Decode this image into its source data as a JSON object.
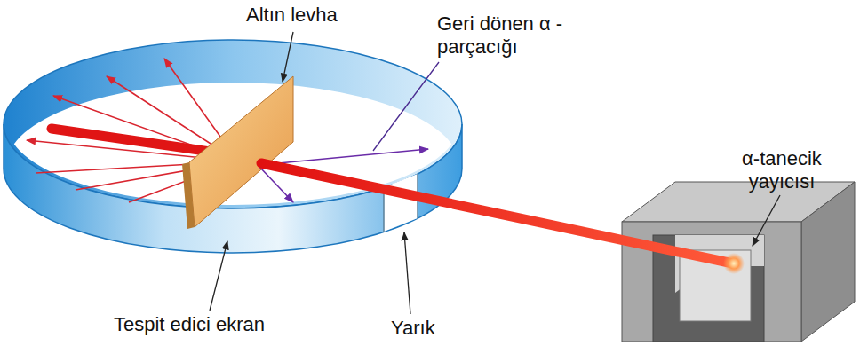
{
  "diagram": {
    "labels": [
      "Altın levha",
      "Geri dönen α - parçacığı",
      "α-tanecik yayıcısı",
      "Tespit edici ekran",
      "Yarık"
    ]
  }
}
